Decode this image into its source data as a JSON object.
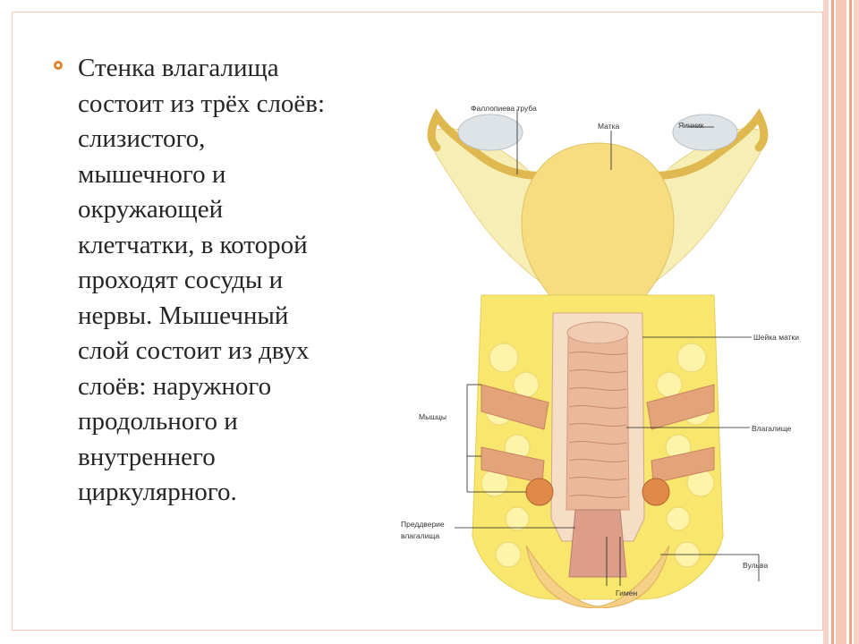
{
  "slide": {
    "body_text": "Стенка влагалища\nсостоит из трёх слоёв:\nслизистого,\nмышечного и\nокружающей\nклетчатки, в которой\nпроходят сосуды и\nнервы. Мышечный\nслой состоит из двух\nслоёв: наружного\nпродольного и\nвнутреннего\nциркулярного."
  },
  "diagram": {
    "labels": {
      "tube": "Фаллопиева труба",
      "uterus": "Матка",
      "ovary": "Яичник",
      "cervix": "Шейка матки",
      "muscles": "Мышцы",
      "vagina": "Влагалище",
      "vestibule_line1": "Преддверие",
      "vestibule_line2": "влагалища",
      "vulva": "Вульва",
      "hymen": "Гимен"
    }
  },
  "colors": {
    "accent": "#e3822d",
    "stripe_light": "#f6d3c4",
    "stripe_dark": "#eea487",
    "text": "#262626"
  }
}
